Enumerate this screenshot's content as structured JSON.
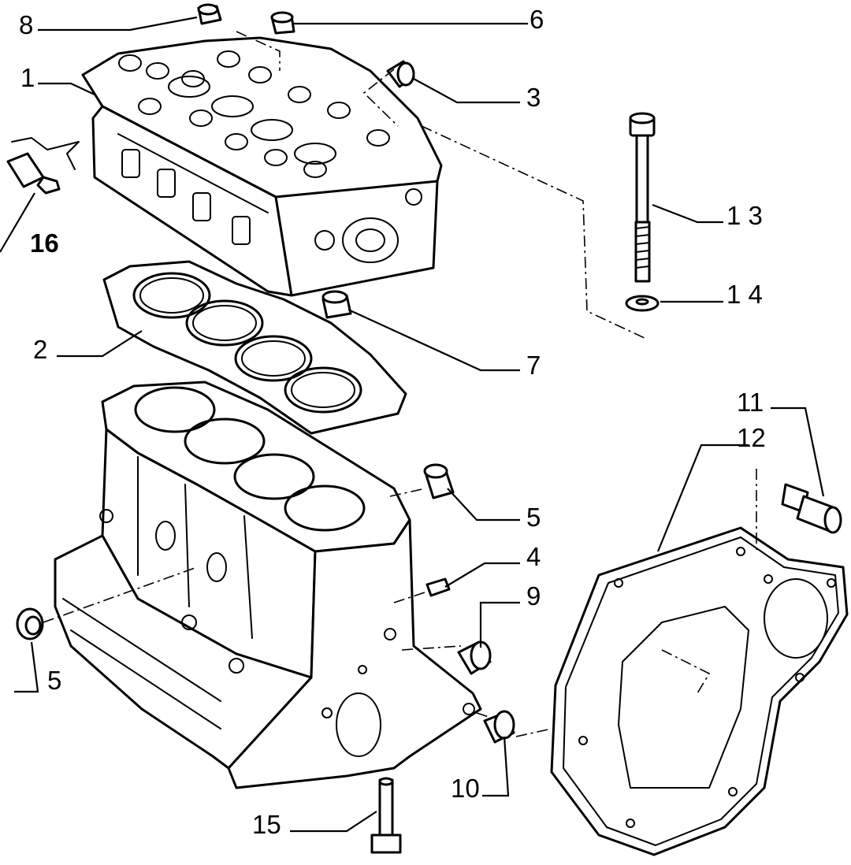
{
  "callouts": [
    {
      "id": "c1",
      "text": "1"
    },
    {
      "id": "c2",
      "text": "2"
    },
    {
      "id": "c3",
      "text": "3"
    },
    {
      "id": "c4",
      "text": "4"
    },
    {
      "id": "c5a",
      "text": "5"
    },
    {
      "id": "c5b",
      "text": "5"
    },
    {
      "id": "c6",
      "text": "6"
    },
    {
      "id": "c7",
      "text": "7"
    },
    {
      "id": "c8",
      "text": "8"
    },
    {
      "id": "c9",
      "text": "9"
    },
    {
      "id": "c10",
      "text": "10"
    },
    {
      "id": "c11",
      "text": "11"
    },
    {
      "id": "c12",
      "text": "12"
    },
    {
      "id": "c13",
      "text": "1 3"
    },
    {
      "id": "c14",
      "text": "1 4"
    },
    {
      "id": "c15",
      "text": "15"
    },
    {
      "id": "c16",
      "text": "16"
    }
  ]
}
